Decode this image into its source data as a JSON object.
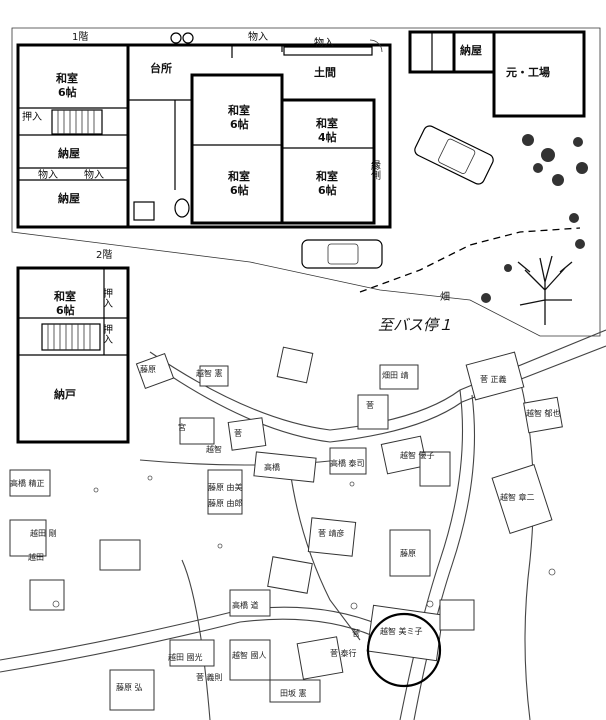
{
  "floor1": {
    "title": "1階",
    "rooms": {
      "washitsu_nw_a": "和室",
      "washitsu_nw_b": "6帖",
      "oshiire": "押入",
      "naya_1": "納屋",
      "monoire_a": "物入",
      "monoire_b": "物入",
      "naya_2": "納屋",
      "daidokoro": "台所",
      "monoire_top_a": "物入",
      "monoire_top_b": "物入",
      "doma": "土間",
      "washitsu_c1_a": "和室",
      "washitsu_c1_b": "6帖",
      "washitsu_c2_a": "和室",
      "washitsu_c2_b": "4帖",
      "washitsu_c3_a": "和室",
      "washitsu_c3_b": "6帖",
      "washitsu_c4_a": "和室",
      "washitsu_c4_b": "6帖",
      "engawa": "縁側",
      "naya_out": "納屋",
      "moto_kojo": "元・工場"
    }
  },
  "floor2": {
    "title": "2階",
    "rooms": {
      "washitsu_a": "和室",
      "washitsu_b": "6帖",
      "oshiire_a": "押入",
      "oshiire_b": "押入",
      "nando": "納戸"
    }
  },
  "hatake": "畑",
  "bus_note": "至バス停１",
  "map_names": [
    "畑田 靖",
    "菅",
    "菅 正義",
    "越智 憲",
    "藤原",
    "越智 郁也",
    "宮",
    "高橋 泰司",
    "越智 優子",
    "藤原 由美",
    "菅",
    "越智",
    "藤原 由郎",
    "高橋",
    "菅 靖彦",
    "藤原",
    "越智 章二",
    "越智 美ミ子",
    "高橋 精正",
    "高橋 道",
    "越田 剛",
    "越田",
    "越田 國光",
    "菅",
    "菅 泰行",
    "田坂 憲",
    "越智 國人",
    "菅 義則",
    "藤原 弘"
  ]
}
